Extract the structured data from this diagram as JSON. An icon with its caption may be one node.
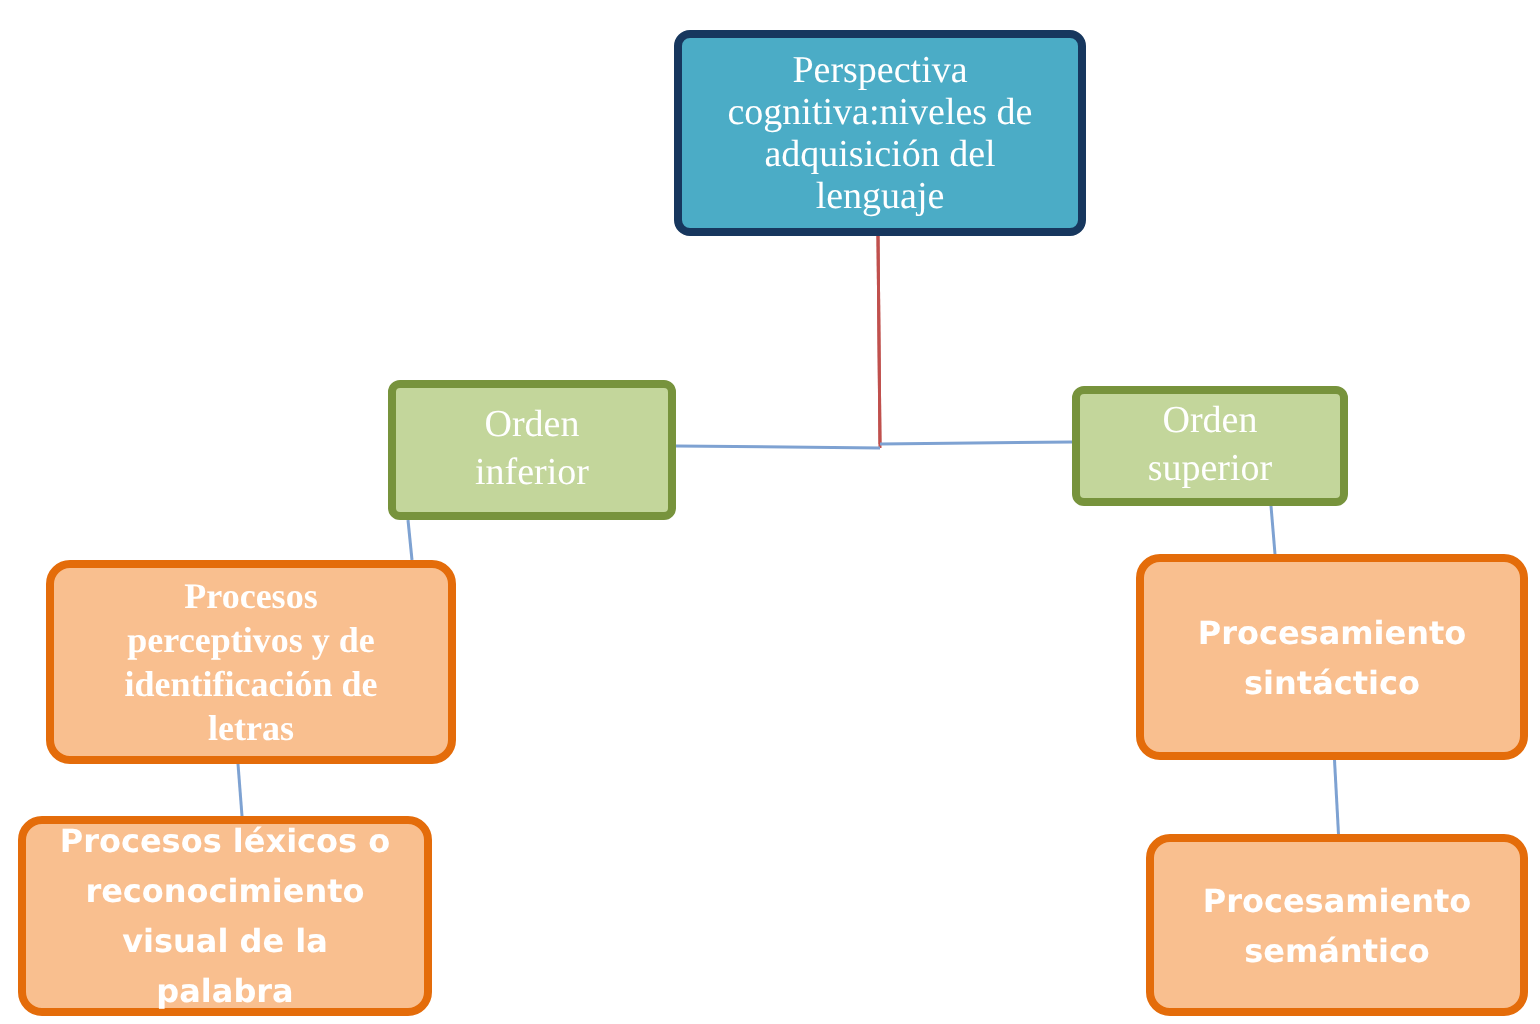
{
  "diagram": {
    "nodes": [
      {
        "text": [
          "Perspectiva cognitiva:niveles de adquisición  del lenguaje"
        ]
      },
      {
        "text": [
          "Orden inferior"
        ]
      },
      {
        "text": [
          "Orden superior"
        ]
      },
      {
        "text": [
          "Procesos perceptivos y de identificación de letras"
        ]
      },
      {
        "text": [
          "Procesos léxicos o reconocimiento visual de la palabra"
        ]
      },
      {
        "text": [
          "Procesamiento sintáctico"
        ]
      },
      {
        "text": [
          "Procesamiento semántico"
        ]
      }
    ],
    "edges": [
      {
        "from": 0,
        "to": 1,
        "arrow": "none",
        "color": "#c0504d"
      },
      {
        "from": 0,
        "to": 2,
        "arrow": "none",
        "color": "#c0504d"
      },
      {
        "from": 1,
        "to": 3,
        "arrow": "none"
      },
      {
        "from": 3,
        "to": 4,
        "arrow": "none"
      },
      {
        "from": 2,
        "to": 5,
        "arrow": "none"
      },
      {
        "from": 5,
        "to": 6,
        "arrow": "none"
      }
    ]
  }
}
